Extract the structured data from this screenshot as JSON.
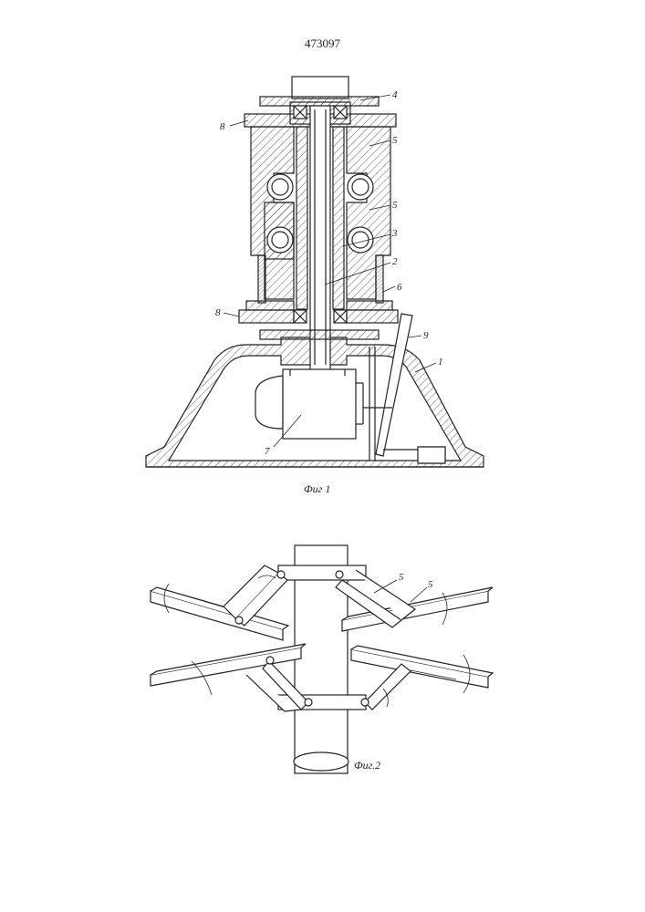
{
  "page_number": "473097",
  "figure1": {
    "caption": "Фиг 1",
    "labels": [
      "4",
      "8",
      "5",
      "5",
      "3",
      "2",
      "6",
      "8",
      "9",
      "1",
      "7"
    ]
  },
  "figure2": {
    "caption": "Фиг.2",
    "labels": [
      "5",
      "5"
    ]
  }
}
